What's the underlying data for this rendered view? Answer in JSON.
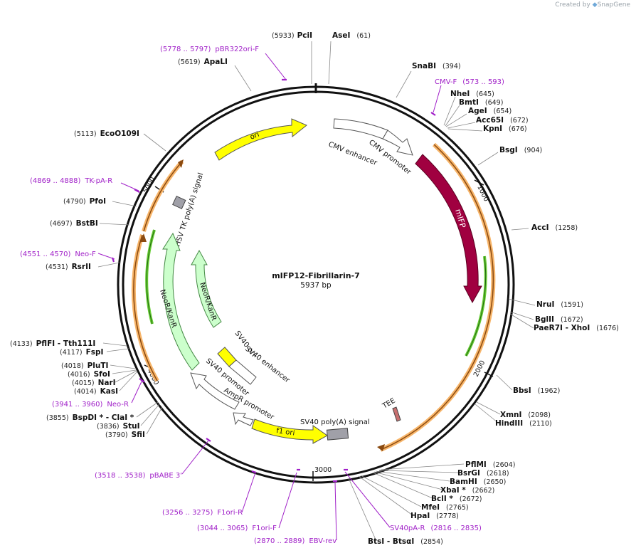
{
  "credit": {
    "prefix": "Created by",
    "brand": "SnapGene"
  },
  "plasmid": {
    "name": "mIFP12-Fibrillarin-7",
    "size": "5937 bp"
  },
  "ticks": [
    "1000",
    "2000",
    "3000",
    "4000",
    "5000"
  ],
  "sites": [
    {
      "name": "PciI",
      "pos": "(5933)"
    },
    {
      "name": "AseI",
      "pos": "(61)"
    },
    {
      "name": "ApaLI",
      "pos": "(5619)"
    },
    {
      "name": "SnaBI",
      "pos": "(394)"
    },
    {
      "name": "NheI",
      "pos": "(645)"
    },
    {
      "name": "BmtI",
      "pos": "(649)"
    },
    {
      "name": "AgeI",
      "pos": "(654)"
    },
    {
      "name": "Acc65I",
      "pos": "(672)"
    },
    {
      "name": "KpnI",
      "pos": "(676)"
    },
    {
      "name": "EcoO109I",
      "pos": "(5113)"
    },
    {
      "name": "BsgI",
      "pos": "(904)"
    },
    {
      "name": "PfoI",
      "pos": "(4790)"
    },
    {
      "name": "BstBI",
      "pos": "(4697)"
    },
    {
      "name": "AccI",
      "pos": "(1258)"
    },
    {
      "name": "RsrII",
      "pos": "(4531)"
    },
    {
      "name": "NruI",
      "pos": "(1591)"
    },
    {
      "name": "BglII",
      "pos": "(1672)"
    },
    {
      "name": "PaeR7I  - XhoI",
      "pos": "(1676)"
    },
    {
      "name": "PflFI  - Tth111I",
      "pos": "(4133)"
    },
    {
      "name": "FspI",
      "pos": "(4117)"
    },
    {
      "name": "PluTI",
      "pos": "(4018)"
    },
    {
      "name": "SfoI",
      "pos": "(4016)"
    },
    {
      "name": "NarI",
      "pos": "(4015)"
    },
    {
      "name": "KasI",
      "pos": "(4014)"
    },
    {
      "name": "BbsI",
      "pos": "(1962)"
    },
    {
      "name": "XmnI",
      "pos": "(2098)"
    },
    {
      "name": "HindIII",
      "pos": "(2110)"
    },
    {
      "name": "BspDI *  - ClaI *",
      "pos": "(3855)"
    },
    {
      "name": "StuI",
      "pos": "(3836)"
    },
    {
      "name": "SfiI",
      "pos": "(3790)"
    },
    {
      "name": "PflMI",
      "pos": "(2604)"
    },
    {
      "name": "BsrGI",
      "pos": "(2618)"
    },
    {
      "name": "BamHI",
      "pos": "(2650)"
    },
    {
      "name": "XbaI *",
      "pos": "(2662)"
    },
    {
      "name": "BclI *",
      "pos": "(2672)"
    },
    {
      "name": "MfeI",
      "pos": "(2765)"
    },
    {
      "name": "HpaI",
      "pos": "(2778)"
    },
    {
      "name": "BtsI  - BtsαI",
      "pos": "(2854)"
    }
  ],
  "primers": [
    {
      "name": "pBR322ori-F",
      "range": "(5778 .. 5797)"
    },
    {
      "name": "CMV-F",
      "range": "(573 .. 593)"
    },
    {
      "name": "TK-pA-R",
      "range": "(4869 .. 4888)"
    },
    {
      "name": "Neo-F",
      "range": "(4551 .. 4570)"
    },
    {
      "name": "Neo-R",
      "range": "(3941 .. 3960)"
    },
    {
      "name": "pBABE 3'",
      "range": "(3518 .. 3538)"
    },
    {
      "name": "F1ori-R",
      "range": "(3256 .. 3275)"
    },
    {
      "name": "F1ori-F",
      "range": "(3044 .. 3065)"
    },
    {
      "name": "EBV-rev",
      "range": "(2870 .. 2889)"
    },
    {
      "name": "SV40pA-R",
      "range": "(2816 .. 2835)"
    }
  ],
  "features": [
    {
      "label": "ori",
      "color": "#ffff00"
    },
    {
      "label": "CMV enhancer",
      "color": "#ffffff"
    },
    {
      "label": "CMV promoter",
      "color": "#ffffff"
    },
    {
      "label": "mIFP",
      "color": "#a00040"
    },
    {
      "label": "HSV TK poly(A) signal",
      "color": "#a0a0a8"
    },
    {
      "label": "NeoR/KanR",
      "color": "#ccffcc"
    },
    {
      "label": "SV40 ori",
      "color": "#ffff00"
    },
    {
      "label": "SV40 enhancer",
      "color": "#ffffff"
    },
    {
      "label": "SV40 promoter",
      "color": "#ffffff"
    },
    {
      "label": "AmpR promoter",
      "color": "#ffffff"
    },
    {
      "label": "f1 ori",
      "color": "#ffff00"
    },
    {
      "label": "SV40 poly(A) signal",
      "color": "#a0a0a8"
    },
    {
      "label": "TEE",
      "color": "#c87070"
    }
  ]
}
